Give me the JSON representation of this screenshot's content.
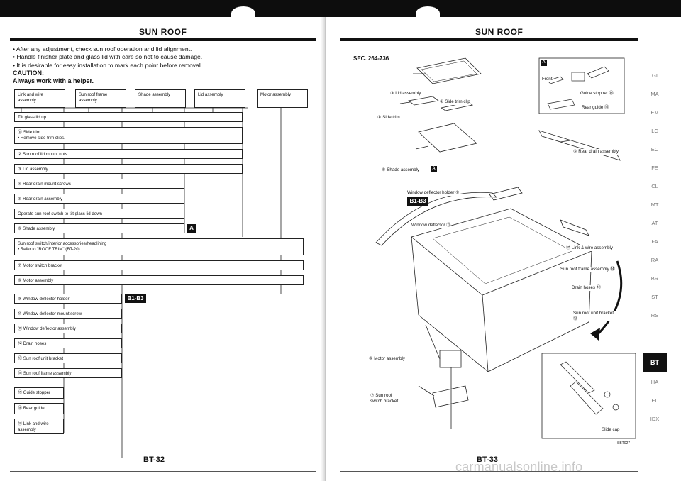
{
  "left": {
    "title": "SUN ROOF",
    "notes": [
      "After any adjustment, check sun roof operation and lid alignment.",
      "Handle finisher plate and glass lid with care so not to cause damage.",
      "It is desirable for easy installation to mark each point before removal."
    ],
    "caution": "CAUTION:",
    "caution_text": "Always work with a helper.",
    "top_boxes": [
      "Link and wire assembly",
      "Sun roof frame assembly",
      "Shade assembly",
      "Lid assembly",
      "Motor assembly"
    ],
    "steps": [
      "Tilt glass lid up.",
      "⑪ Side trim",
      "• Remove side trim clips.",
      "② Sun roof lid mount nuts",
      "③ Lid assembly",
      "④ Rear drain mount screws",
      "⑤ Rear drain assembly",
      "Operate sun roof switch to tilt glass lid down",
      "⑥ Shade assembly",
      "Sun roof switch/interior accessories/headlining",
      "• Refer to \"ROOF TRIM\" (BT-20).",
      "⑦ Motor switch bracket",
      "⑧ Motor assembly",
      "⑨ Window deflector holder",
      "⑩ Window deflector mount screw",
      "⑪ Window deflector assembly",
      "⑫ Drain hoses",
      "⑬ Sun roof unit bracket",
      "⑭ Sun roof frame assembly",
      "⑮ Guide stopper",
      "⑯ Rear guide",
      "⑰ Link and wire assembly"
    ],
    "badge_a": "A",
    "badge_b": "B1-B3",
    "page_number": "BT-32"
  },
  "right": {
    "title": "SUN ROOF",
    "section": "SEC. 264-736",
    "labels": {
      "lid_assembly": "③ Lid assembly",
      "side_trim_clip": "① Side trim clip",
      "side_trim": "① Side trim",
      "shade_assembly": "⑥ Shade assembly",
      "rear_drain": "⑤ Rear drain assembly",
      "window_deflector_holder": "Window deflector holder ⑨",
      "window_deflector": "Window deflector ⑪",
      "link_wire": "⑰ Link & wire assembly",
      "frame_assembly": "Sun roof frame assembly ⑭",
      "drain_hoses": "Drain hoses ⑫",
      "unit_bracket": "Sun roof unit bracket ⑬",
      "motor_assembly": "⑧ Motor assembly",
      "switch_bracket": "⑦ Sun roof switch bracket",
      "front": "Front",
      "guide_stopper": "Guide stopper ⑮",
      "rear_guide": "Rear guide ⑯",
      "slide_cap": "Slide cap",
      "code": "SBT027"
    },
    "badge_a": "A",
    "badge_b": "B1-B3",
    "page_number": "BT-33"
  },
  "side_index": [
    "GI",
    "MA",
    "EM",
    "LC",
    "EC",
    "FE",
    "CL",
    "MT",
    "AT",
    "FA",
    "RA",
    "BR",
    "ST",
    "RS",
    "BT",
    "HA",
    "EL",
    "IDX"
  ],
  "side_selected": "BT",
  "watermark": "carmanualsonline.info"
}
